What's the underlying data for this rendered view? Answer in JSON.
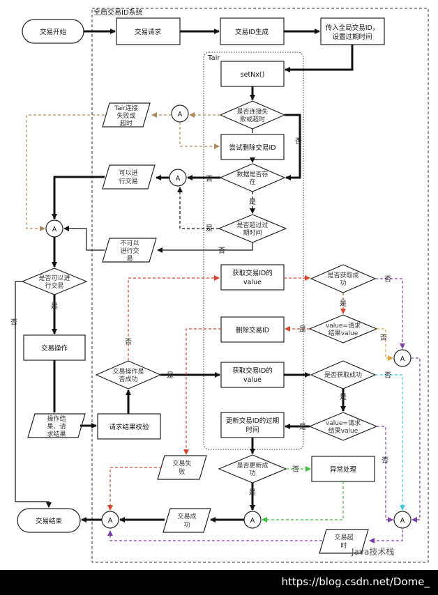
{
  "labels": {
    "global_system": "全局交易ID系统",
    "tair": "Tair",
    "start": "交易开始",
    "request": "交易请求",
    "gen_id": "交易ID生成",
    "pass_id": [
      "传入全局交易ID，",
      "设置过期时间"
    ],
    "setnx": "setNx()",
    "conn_fail_q": [
      "是否连接失",
      "败或超时"
    ],
    "tair_fail": [
      "Tair连接",
      "失败或",
      "超时"
    ],
    "try_delete": "尝试删除交易ID",
    "data_exists_q": [
      "数据是否存",
      "在"
    ],
    "can_trade": [
      "可以进",
      "行交易"
    ],
    "expired_q": [
      "是否超过过",
      "期时间"
    ],
    "cannot_trade": [
      "不可以",
      "进行交",
      "易"
    ],
    "can_trade_q": [
      "是否可以进",
      "行交易"
    ],
    "get_id_1": [
      "获取交易ID的",
      "value"
    ],
    "got_q1": [
      "是否获取成",
      "功"
    ],
    "delete_id": "删除交易ID",
    "value_eq_1": [
      "value=请求",
      "结果value"
    ],
    "trade_op": "交易操作",
    "trade_ok_q": [
      "交易操作是",
      "否成功"
    ],
    "get_id_2": [
      "获取交易ID的",
      "value"
    ],
    "got_q2": [
      "是否获取成功"
    ],
    "value_eq_2": [
      "value=请求",
      "结果value"
    ],
    "op_result": [
      "操作结",
      "果、请",
      "求结果"
    ],
    "verify": "请求结果校验",
    "update_expire": [
      "更新交易ID的过期",
      "时间"
    ],
    "trade_fail": [
      "交易失",
      "败"
    ],
    "update_ok_q": [
      "是否更新成",
      "功"
    ],
    "exception": "异常处理",
    "end": "交易结束",
    "trade_success": [
      "交易成",
      "功"
    ],
    "trade_timeout": [
      "交易超",
      "时"
    ],
    "connector": "A",
    "yes": "是",
    "no": "否"
  },
  "watermark": "Java技术栈",
  "footer_url": "https://blog.csdn.net/Dome_",
  "colors": {
    "brown": "#b08a5a",
    "red": "#d9432b",
    "purple": "#7b3fa8",
    "cyan": "#3cc8e6",
    "orange": "#e3a23a",
    "green": "#3ac23a"
  }
}
